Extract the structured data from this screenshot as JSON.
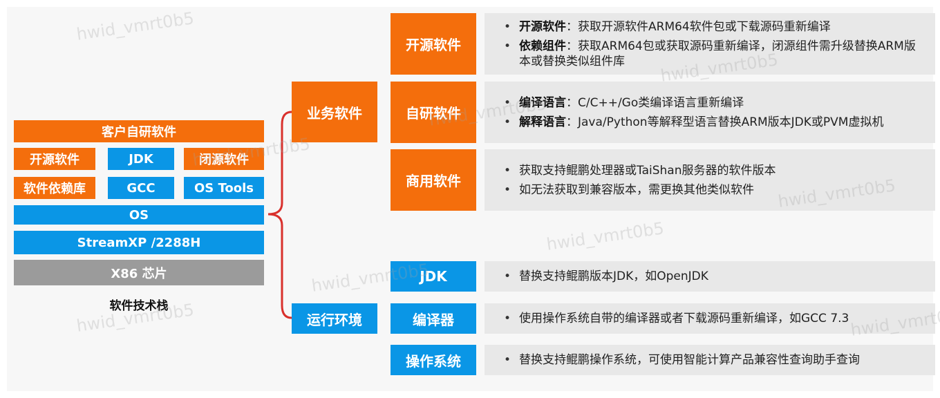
{
  "stack": {
    "top": "客户自研软件",
    "row1": [
      "开源软件",
      "JDK",
      "闭源软件"
    ],
    "row2": [
      "软件依赖库",
      "GCC",
      "OS Tools"
    ],
    "os": "OS",
    "platform": "StreamXP /2288H",
    "chip": "X86 芯片",
    "caption": "软件技术栈"
  },
  "groups": {
    "business": "业务软件",
    "runtime": "运行环境"
  },
  "categories": [
    {
      "label": "开源软件",
      "bullets": [
        {
          "bold": "开源软件",
          "text": "：获取开源软件ARM64软件包或下载源码重新编译"
        },
        {
          "bold": "依赖组件",
          "text": "：获取ARM64包或获取源码重新编译，闭源组件需升级替换ARM版本或替换类似组件库"
        }
      ]
    },
    {
      "label": "自研软件",
      "bullets": [
        {
          "bold": "编译语言",
          "text": "：C/C++/Go类编译语言重新编译"
        },
        {
          "bold": "解释语言",
          "text": "：Java/Python等解释型语言替换ARM版本JDK或PVM虚拟机"
        }
      ]
    },
    {
      "label": "商用软件",
      "bullets": [
        {
          "bold": "",
          "text": "获取支持鲲鹏处理器或TaiShan服务器的软件版本"
        },
        {
          "bold": "",
          "text": "如无法获取到兼容版本，需更换其他类似软件"
        }
      ]
    },
    {
      "label": "JDK",
      "bullets": [
        {
          "bold": "",
          "text": "替换支持鲲鹏版本JDK，如OpenJDK"
        }
      ]
    },
    {
      "label": "编译器",
      "bullets": [
        {
          "bold": "",
          "text": "使用操作系统自带的编译器或者下载源码重新编译，如GCC 7.3"
        }
      ]
    },
    {
      "label": "操作系统",
      "bullets": [
        {
          "bold": "",
          "text": "替换支持鲲鹏操作系统，可使用智能计算产品兼容性查询助手查询"
        }
      ]
    }
  ],
  "watermark": "hwid_vmrt0b5",
  "colors": {
    "orange": "#f46e0c",
    "blue": "#0a96e6",
    "gray": "#9b9b9b",
    "panel": "#e8e8e8",
    "brace": "#d9302c"
  }
}
